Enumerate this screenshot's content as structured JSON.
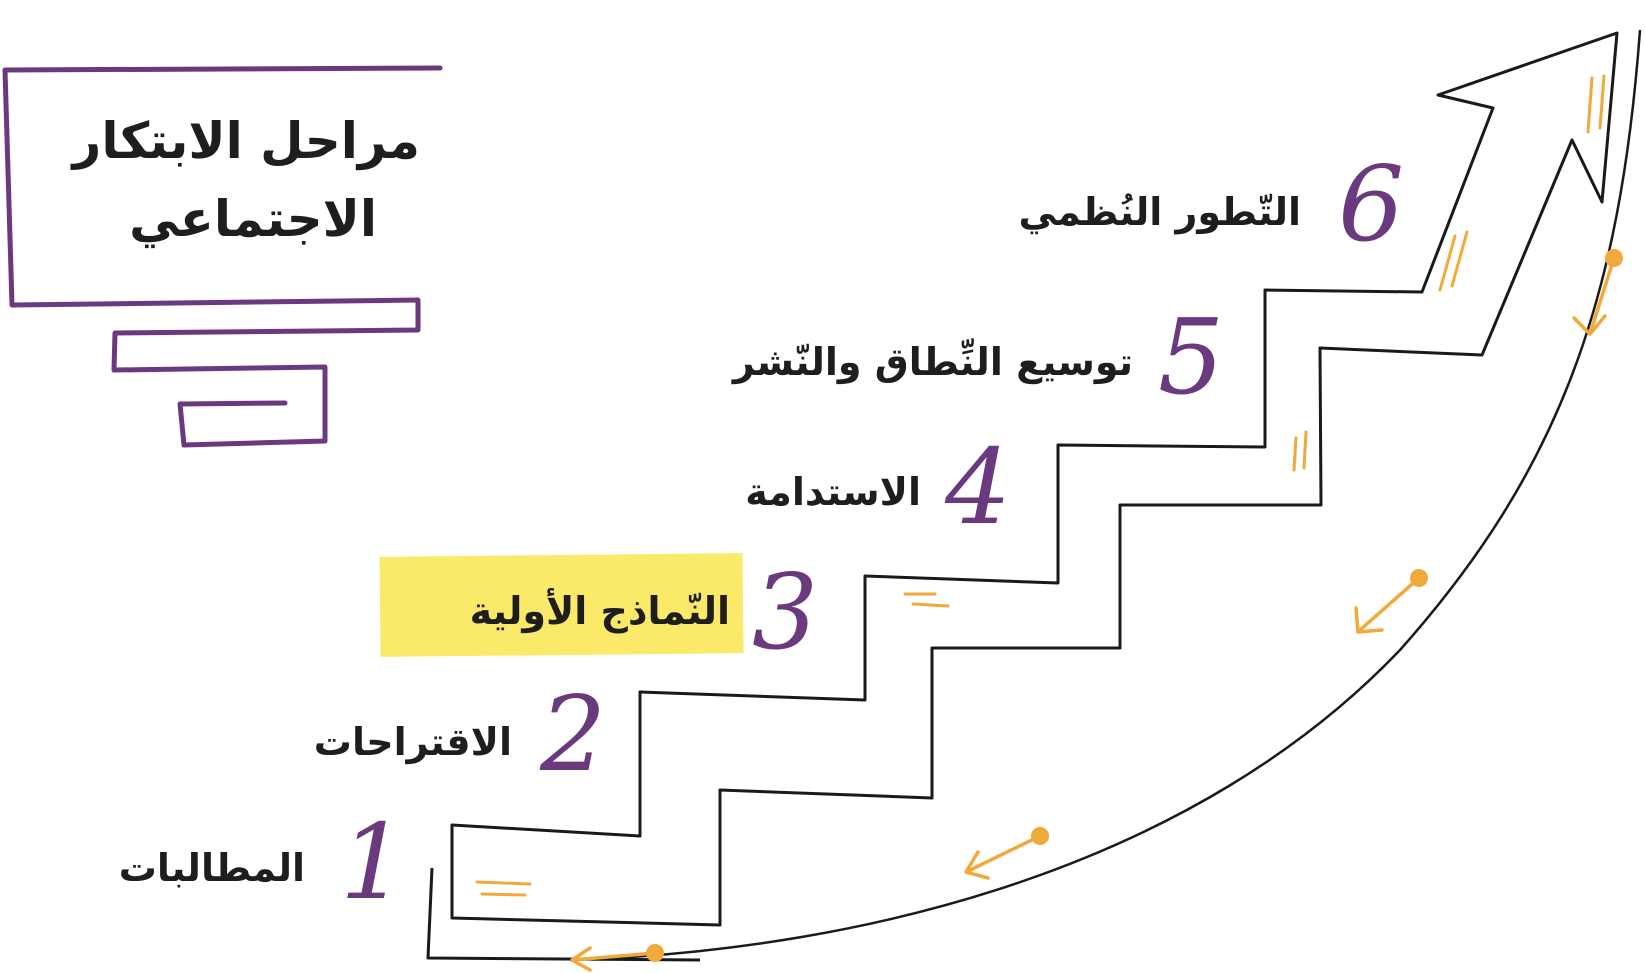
{
  "title": {
    "line1": "مراحل الابتكار",
    "line2": "الاجتماعي"
  },
  "steps": [
    {
      "number": "1",
      "label": "المطالبات"
    },
    {
      "number": "2",
      "label": "الاقتراحات"
    },
    {
      "number": "3",
      "label": "النّماذج الأولية"
    },
    {
      "number": "4",
      "label": "الاستدامة"
    },
    {
      "number": "5",
      "label": "توسيع النِّطاق والنّشر"
    },
    {
      "number": "6",
      "label": "التّطور النُظمي"
    }
  ],
  "highlighted_step": "3",
  "colors": {
    "accent_purple": "#6b3a7e",
    "text": "#1e1e1e",
    "highlight": "#fbe96a",
    "arrow_orange": "#f2a93b",
    "stroke": "#1a1a1a"
  }
}
